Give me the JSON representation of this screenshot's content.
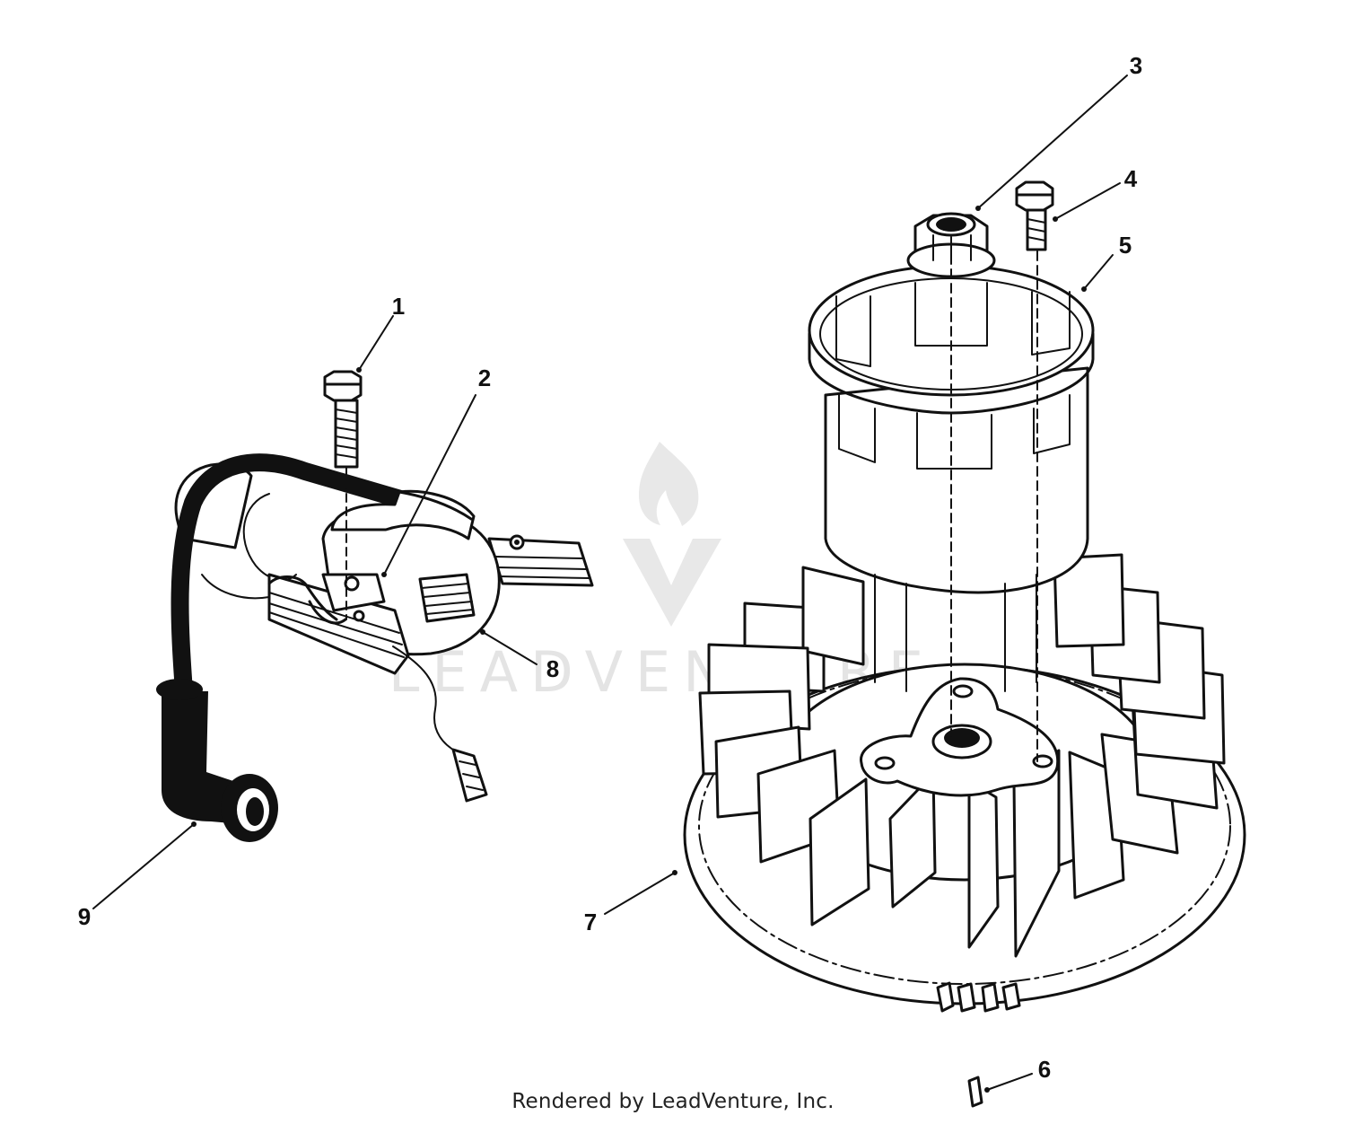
{
  "watermark": {
    "text": "LEADVENTURE"
  },
  "footer": {
    "text": "Rendered by LeadVenture, Inc."
  },
  "callouts": [
    {
      "id": "1",
      "label": "1"
    },
    {
      "id": "2",
      "label": "2"
    },
    {
      "id": "3",
      "label": "3"
    },
    {
      "id": "4",
      "label": "4"
    },
    {
      "id": "5",
      "label": "5"
    },
    {
      "id": "6",
      "label": "6"
    },
    {
      "id": "7",
      "label": "7"
    },
    {
      "id": "8",
      "label": "8"
    },
    {
      "id": "9",
      "label": "9"
    }
  ],
  "colors": {
    "ink": "#111111",
    "background": "#ffffff",
    "watermark": "#e4e4e4"
  }
}
